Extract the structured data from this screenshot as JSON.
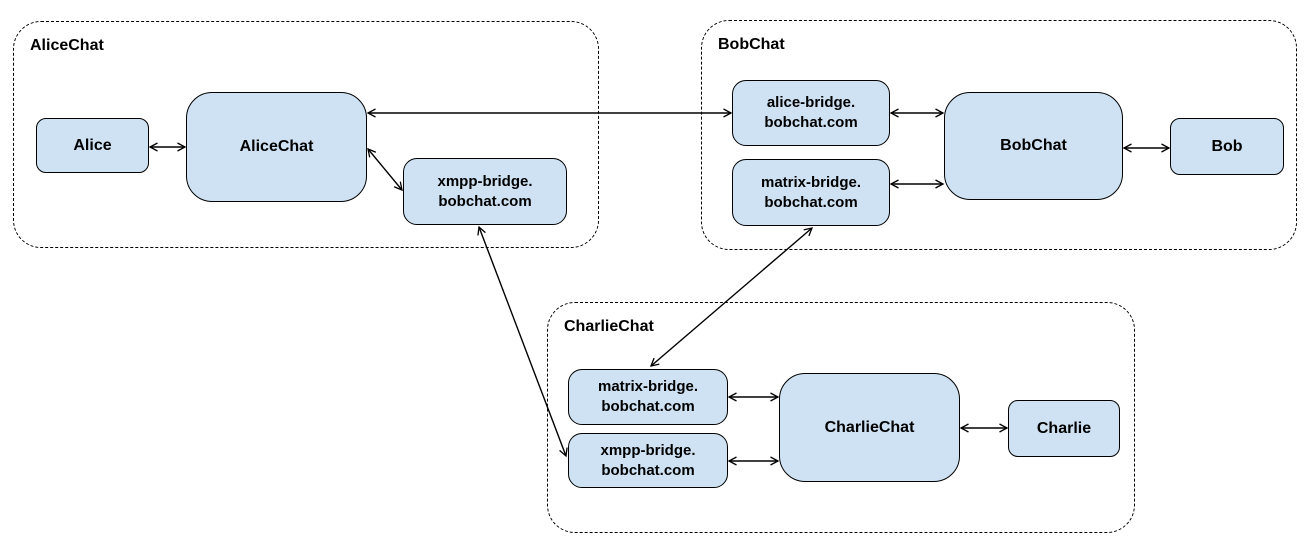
{
  "groups": {
    "alicechat": {
      "label": "AliceChat"
    },
    "bobchat": {
      "label": "BobChat"
    },
    "charliechat": {
      "label": "CharlieChat"
    }
  },
  "nodes": {
    "alice": {
      "label": "Alice"
    },
    "alicechat_server": {
      "label": "AliceChat"
    },
    "xmpp_bridge_alicechat": {
      "line1": "xmpp-bridge.",
      "line2": "bobchat.com"
    },
    "alice_bridge_bobchat": {
      "line1": "alice-bridge.",
      "line2": "bobchat.com"
    },
    "matrix_bridge_bobchat": {
      "line1": "matrix-bridge.",
      "line2": "bobchat.com"
    },
    "bobchat_server": {
      "label": "BobChat"
    },
    "bob": {
      "label": "Bob"
    },
    "matrix_bridge_charliechat": {
      "line1": "matrix-bridge.",
      "line2": "bobchat.com"
    },
    "xmpp_bridge_charliechat": {
      "line1": "xmpp-bridge.",
      "line2": "bobchat.com"
    },
    "charliechat_server": {
      "label": "CharlieChat"
    },
    "charlie": {
      "label": "Charlie"
    }
  },
  "connections": [
    {
      "from": "Alice",
      "to": "AliceChat",
      "type": "bidirectional"
    },
    {
      "from": "AliceChat",
      "to": "alice-bridge.bobchat.com",
      "type": "bidirectional"
    },
    {
      "from": "AliceChat",
      "to": "xmpp-bridge.bobchat.com (AliceChat)",
      "type": "bidirectional"
    },
    {
      "from": "alice-bridge.bobchat.com",
      "to": "BobChat",
      "type": "bidirectional"
    },
    {
      "from": "matrix-bridge.bobchat.com (BobChat)",
      "to": "BobChat",
      "type": "bidirectional"
    },
    {
      "from": "BobChat",
      "to": "Bob",
      "type": "bidirectional"
    },
    {
      "from": "xmpp-bridge.bobchat.com (AliceChat)",
      "to": "xmpp-bridge.bobchat.com (CharlieChat)",
      "type": "bidirectional"
    },
    {
      "from": "matrix-bridge.bobchat.com (BobChat)",
      "to": "matrix-bridge.bobchat.com (CharlieChat)",
      "type": "bidirectional"
    },
    {
      "from": "matrix-bridge.bobchat.com (CharlieChat)",
      "to": "CharlieChat",
      "type": "bidirectional"
    },
    {
      "from": "xmpp-bridge.bobchat.com (CharlieChat)",
      "to": "CharlieChat",
      "type": "bidirectional"
    },
    {
      "from": "CharlieChat",
      "to": "Charlie",
      "type": "bidirectional"
    }
  ],
  "colors": {
    "node_fill": "#cfe2f3",
    "node_border": "#000000",
    "group_border": "#000000",
    "arrow": "#000000",
    "text": "#000000",
    "background": "#ffffff"
  }
}
